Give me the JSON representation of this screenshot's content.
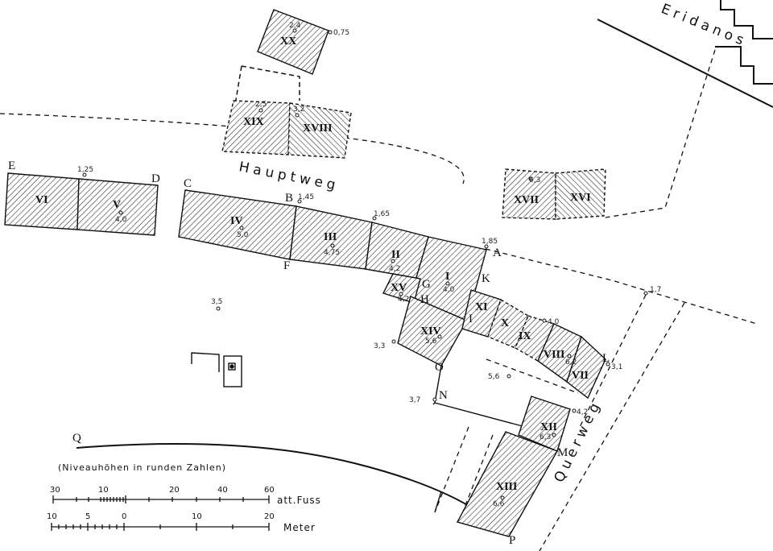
{
  "rooms": {
    "r1": "I",
    "r2": "II",
    "r3": "III",
    "r4": "IV",
    "r5": "V",
    "r6": "VI",
    "r7": "VII",
    "r8": "VIII",
    "r9": "IX",
    "r10": "X",
    "r11": "XI",
    "r12": "XII",
    "r13": "XIII",
    "r14": "XIV",
    "r15": "XV",
    "r16": "XVI",
    "r17": "XVII",
    "r18": "XVIII",
    "r19": "XIX",
    "r20": "XX"
  },
  "levels": {
    "l_xx_in": "2,4",
    "l_xx": "0,75",
    "l_xix": "2,5",
    "l_xviii": "3,2",
    "l_e": "1,25",
    "l_b": "1,45",
    "l_ii_top": "1,65",
    "l_a": "1,85",
    "l_v": "4,0",
    "l_iv": "5,0",
    "l_iii": "4,75",
    "l_ii": "4,2",
    "l_i": "4,0",
    "l_xv": "4,2",
    "l_xiv": "5,6",
    "l_xvii": "6,3",
    "l_l17": "1,7",
    "l_x": "4,0",
    "l_viii": "6,2",
    "l_l": "3,1",
    "l_56": "5,6",
    "l_42": "4,2",
    "l_xii": "6,3",
    "l_xiii": "6,6",
    "l_33": "3,3",
    "l_37": "3,7",
    "l_35": "3,5"
  },
  "points": {
    "A": "A",
    "B": "B",
    "C": "C",
    "D": "D",
    "E": "E",
    "F": "F",
    "G": "G",
    "H": "H",
    "I": "I",
    "K": "K",
    "L": "L",
    "M": "M",
    "N": "N",
    "O": "O",
    "P": "P",
    "Q": "Q"
  },
  "roads": {
    "hauptweg": "Hauptweg",
    "querweg": "Querweg",
    "eridanos": "Eridanos"
  },
  "note": "(Niveauhöhen in runden Zahlen)",
  "scale_fuss": {
    "ticks": [
      "30",
      "10",
      "20",
      "40",
      "60"
    ],
    "unit": "att.Fuss"
  },
  "scale_meter": {
    "ticks": [
      "10",
      "5",
      "0",
      "10",
      "20"
    ],
    "unit": "Meter"
  }
}
